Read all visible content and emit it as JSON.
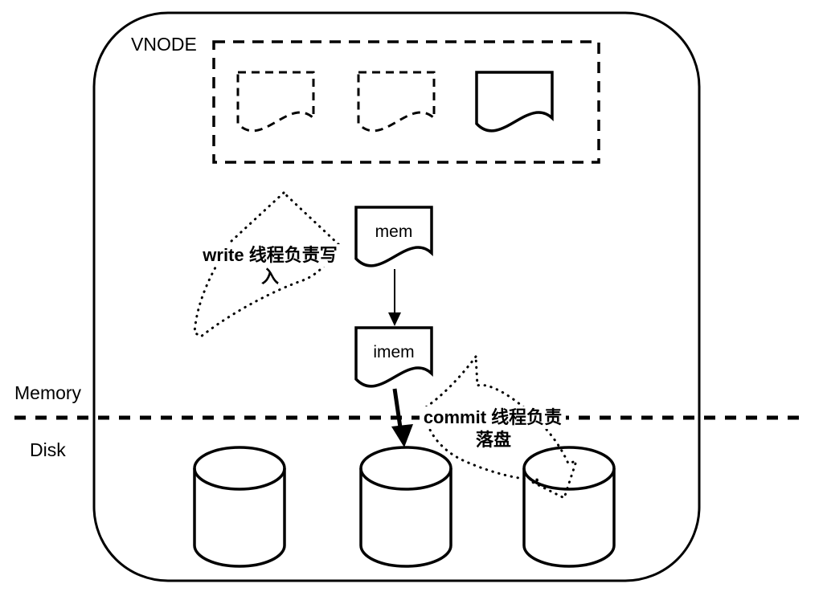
{
  "diagram": {
    "background_color": "#ffffff",
    "line_color": "#000000",
    "vnode": {
      "label": "VNODE"
    },
    "regions": {
      "memory": "Memory",
      "disk": "Disk"
    },
    "nodes": {
      "mem": "mem",
      "imem": "imem"
    },
    "annotations": {
      "write": {
        "line1": "write 线程负责写",
        "line2": "入"
      },
      "commit": {
        "line1": "commit 线程负责",
        "line2": "落盘"
      }
    },
    "icons": [
      "dashed-document-icon",
      "dashed-document-icon",
      "document-icon",
      "mem-document-icon",
      "imem-document-icon",
      "down-arrow-icon",
      "thick-down-arrow-icon",
      "write-curved-dotted-arrow-icon",
      "commit-curved-dotted-arrow-icon",
      "disk-cylinder-icon",
      "disk-cylinder-icon",
      "disk-cylinder-icon"
    ]
  }
}
